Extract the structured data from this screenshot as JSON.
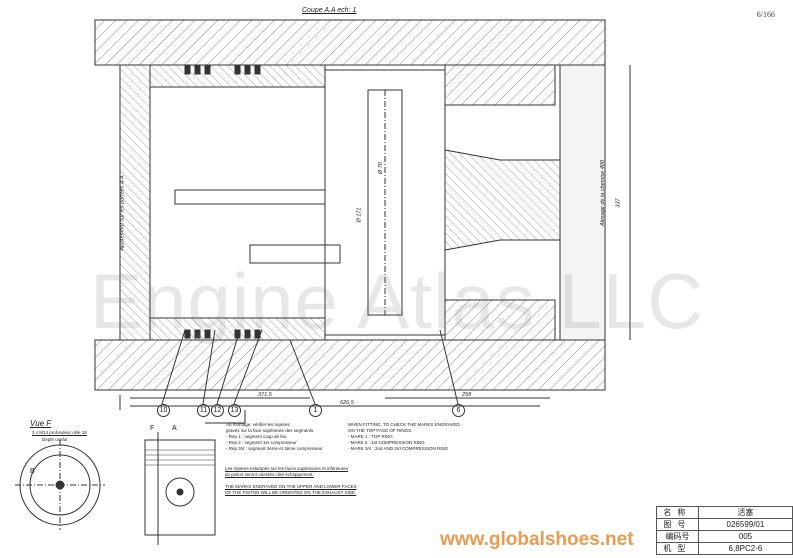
{
  "page_number": "6/166",
  "section_title": "Coupe A.A  ech: 1",
  "dimensions": {
    "d1": "371,5",
    "d2": "626,5",
    "d3": "258",
    "bore": "Ø 171",
    "pin": "Ø 70",
    "height": "337",
    "vertical_note": "Alesage de la chemise 400",
    "left_vertical_note": "Ajustement sur les portées A.A"
  },
  "callouts": [
    "10",
    "11",
    "12",
    "13",
    "1",
    "6"
  ],
  "notes": {
    "fr": "Au montage, vérifier les repères\ngravés sur la face supérieure des segments.\n- Rep 1 : segment coup de feu\n- Rep 2 : segment 1er compresseur\n- Rep 3/4 : segment 2ème et 3ème compresseur",
    "en": "WHEN FITTING, TO CHECK THE MARKS ENGRAVED\nON THE TOP FACE OF RINGS.\n- MARK 1 : TOP RING\n- MARK 2 : 1st COMPRESSION RING\n- MARK 3/4 : 2nd AND 3rd COMPRESSION RING",
    "fr2": "Les repères estampés sur les faces supérieures et inférieures\ndu piston seront orientés côté échappement.",
    "en2": "THE MARKS ENGRAVED ON THE UPPER AND LOWER FACES\nOF THE PISTON WILL BE ORIENTED ON THE EXHAUST SIDE."
  },
  "view_f": {
    "title": "Vue F",
    "note": "3 x M14 profondeur utile 18",
    "note2": "Depth useful",
    "label_f": "F",
    "label_a": "A",
    "label_b": "B"
  },
  "title_block": [
    {
      "key": "名称",
      "value": "活塞"
    },
    {
      "key": "图号",
      "value": "026599/01"
    },
    {
      "key": "编码号",
      "value": "005"
    },
    {
      "key": "机型",
      "value": "6,8PC2-6"
    }
  ],
  "watermark": "Engine Atlas LLC",
  "watermark_url": "www.globalshoes.net"
}
